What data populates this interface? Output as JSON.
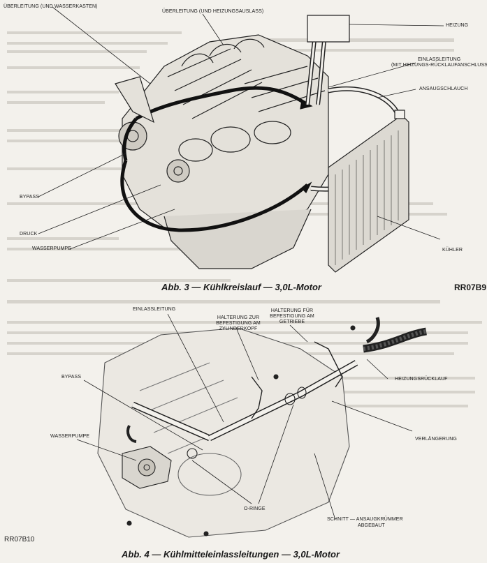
{
  "figure3": {
    "caption": "Abb. 3 — Kühlkreislauf — 3,0L-Motor",
    "code": "RR07B9",
    "labels": {
      "ueberleitung_wasserkasten": "ÜBERLEITUNG (UND WASSERKASTEN)",
      "ueberleitung_heizungsauslass": "ÜBERLEITUNG (UND HEIZUNGSAUSLASS)",
      "heizung": "HEIZUNG",
      "einlassleitung_line1": "EINLASSLEITUNG",
      "einlassleitung_line2": "(MIT HEIZUNGS-RÜCKLAUFANSCHLUSS)",
      "ansaugschlauch": "ANSAUGSCHLAUCH",
      "bypass": "BYPASS",
      "druck": "DRUCK",
      "wasserpumpe": "WASSERPUMPE",
      "kuehler": "KÜHLER"
    }
  },
  "figure4": {
    "caption": "Abb. 4 — Kühlmitteleinlassleitungen — 3,0L-Motor",
    "code": "RR07B10",
    "labels": {
      "einlassleitung": "EINLASSLEITUNG",
      "halterung_zylinderkopf": "HALTERUNG ZUR BEFESTIGUNG AM ZYLINDERKOPF",
      "halterung_getriebe": "HALTERUNG FÜR BEFESTIGUNG AM GETRIEBE",
      "bypass": "BYPASS",
      "wasserpumpe": "WASSERPUMPE",
      "heizungsruecklauf": "HEIZUNGSRÜCKLAUF",
      "verlaengerung": "VERLÄNGERUNG",
      "o_ringe": "O-RINGE",
      "schnitt_line1": "SCHNITT — ANSAUGKRÜMMER",
      "schnitt_line2": "ABGEBAUT"
    }
  }
}
